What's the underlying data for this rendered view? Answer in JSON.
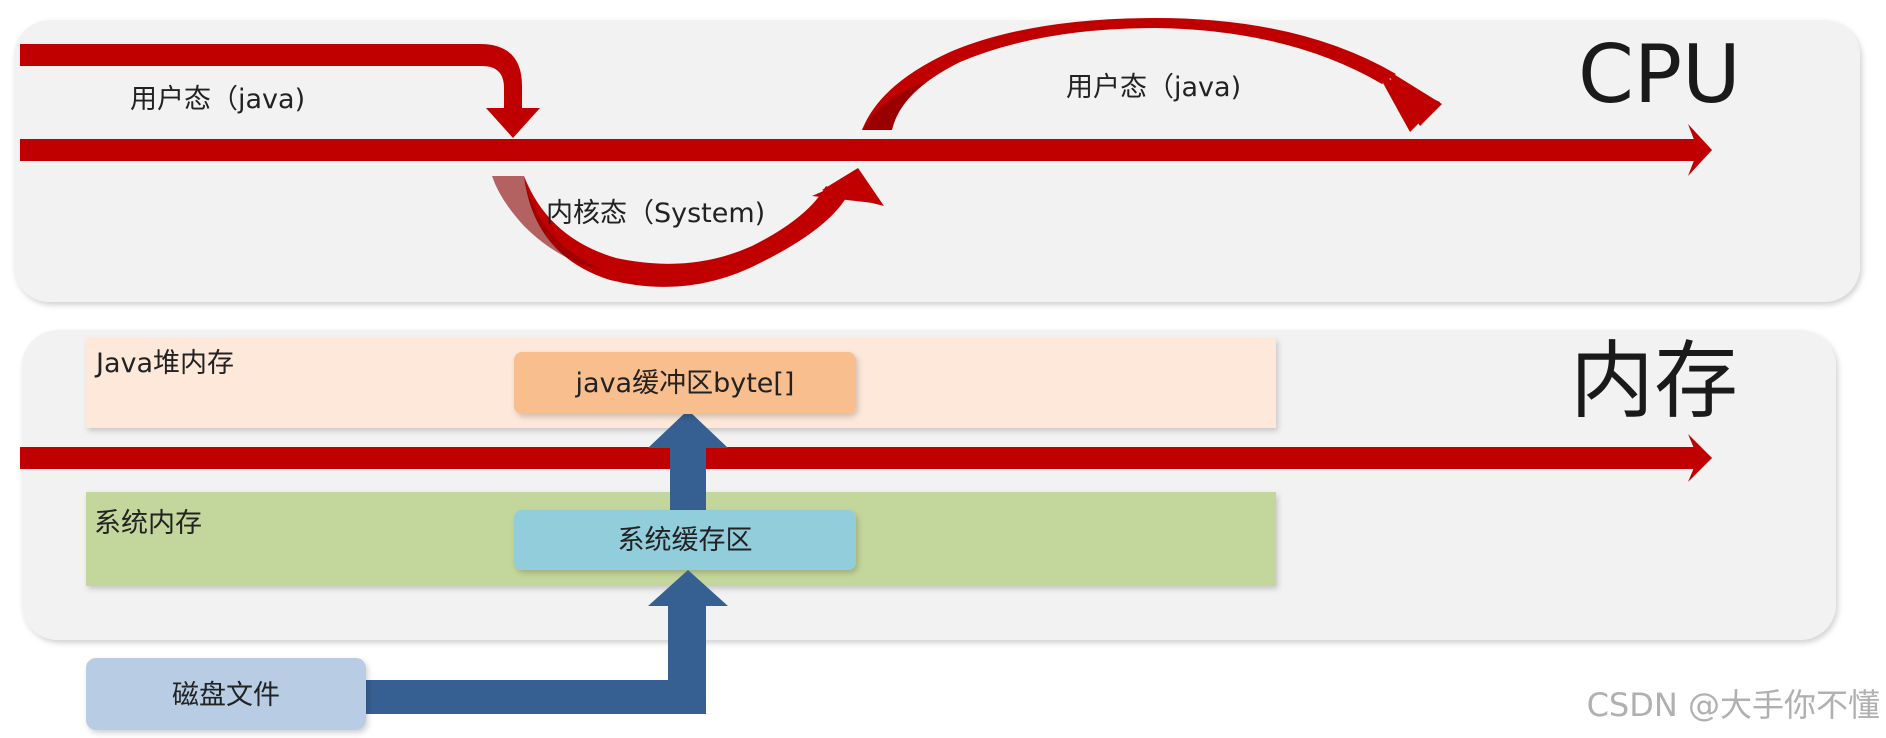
{
  "cpu": {
    "title": "CPU",
    "user_mode_left": "用户态（java)",
    "user_mode_right": "用户态（java)",
    "kernel_mode": "内核态（System)"
  },
  "memory": {
    "title": "内存",
    "java_heap_label": "Java堆内存",
    "java_buffer_label": "java缓冲区byte[]",
    "system_memory_label": "系统内存",
    "system_buffer_label": "系统缓存区"
  },
  "disk": {
    "label": "磁盘文件"
  },
  "watermark": "CSDN @大手你不懂",
  "colors": {
    "panel": "#f2f2f2",
    "red_arrow": "#c00000",
    "red_arrow_dark": "#8b0000",
    "java_heap": "#fde8d9",
    "java_buffer": "#f9be8e",
    "system_memory": "#c3d69b",
    "system_buffer": "#92cddc",
    "disk": "#b8cce4",
    "blue_arrow": "#366092"
  }
}
